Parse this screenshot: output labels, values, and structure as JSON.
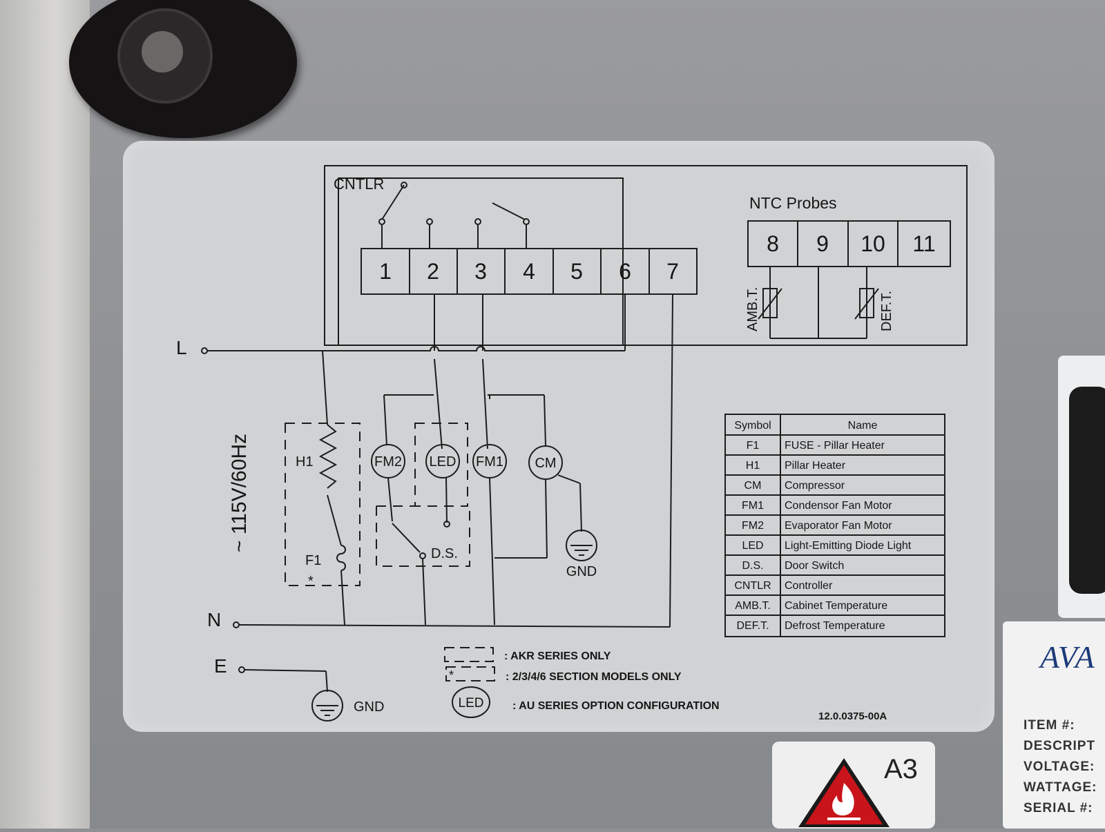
{
  "diagram": {
    "controller_label": "CNTLR",
    "terminals": [
      "1",
      "2",
      "3",
      "4",
      "5",
      "6",
      "7"
    ],
    "ntc_title": "NTC Probes",
    "ntc_terminals": [
      "8",
      "9",
      "10",
      "11"
    ],
    "probe_amb": "AMB.T.",
    "probe_def": "DEF.T.",
    "line_L": "L",
    "line_N": "N",
    "line_E": "E",
    "supply": "~ 115V/60Hz",
    "h1": "H1",
    "f1": "F1",
    "star": "*",
    "fm2": "FM2",
    "led": "LED",
    "fm1": "FM1",
    "cm": "CM",
    "ds": "D.S.",
    "gnd": "GND",
    "doc_code": "12.0.0375-00A"
  },
  "legend": {
    "header_symbol": "Symbol",
    "header_name": "Name",
    "rows": [
      {
        "symbol": "F1",
        "name": "FUSE - Pillar Heater"
      },
      {
        "symbol": "H1",
        "name": "Pillar Heater"
      },
      {
        "symbol": "CM",
        "name": "Compressor"
      },
      {
        "symbol": "FM1",
        "name": "Condensor Fan Motor"
      },
      {
        "symbol": "FM2",
        "name": "Evaporator Fan Motor"
      },
      {
        "symbol": "LED",
        "name": "Light-Emitting Diode Light"
      },
      {
        "symbol": "D.S.",
        "name": "Door Switch"
      },
      {
        "symbol": "CNTLR",
        "name": "Controller"
      },
      {
        "symbol": "AMB.T.",
        "name": "Cabinet Temperature"
      },
      {
        "symbol": "DEF.T.",
        "name": "Defrost Temperature"
      }
    ]
  },
  "notes": {
    "akr": ": AKR SERIES ONLY",
    "section": ": 2/3/4/6 SECTION MODELS ONLY",
    "star": "*",
    "led_symbol": "LED",
    "au": ": AU SERIES OPTION CONFIGURATION"
  },
  "side_label": {
    "brand": "AVA",
    "item": "ITEM #:",
    "descript": "DESCRIPT",
    "voltage": "VOLTAGE:",
    "wattage": "WATTAGE:",
    "serial": "SERIAL #:"
  },
  "warning_label": {
    "code": "A3"
  }
}
